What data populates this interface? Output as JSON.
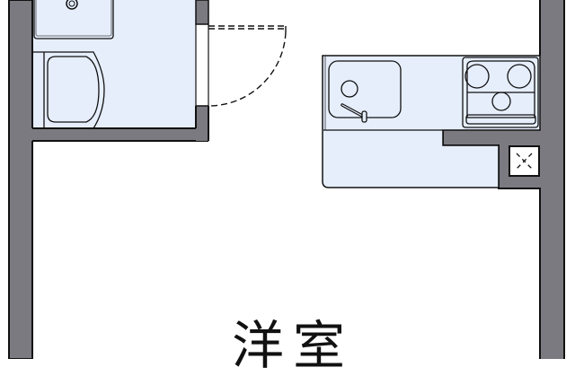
{
  "plan": {
    "type": "floor-plan",
    "colors": {
      "wall": "#7b7a80",
      "wall_outline": "#111111",
      "wet_area": "#e6eefc",
      "floor": "#ffffff",
      "fixture_line": "#222222"
    },
    "rooms": [
      {
        "id": "western-room",
        "label": "洋室"
      }
    ],
    "fixtures": {
      "washbasin": "sink-icon",
      "bathtub": "bathtub-icon",
      "kitchen_sink": "kitchen-sink-icon",
      "stove": "stove-icon",
      "vent": "ventilation-icon",
      "door": "door-swing-icon"
    }
  }
}
